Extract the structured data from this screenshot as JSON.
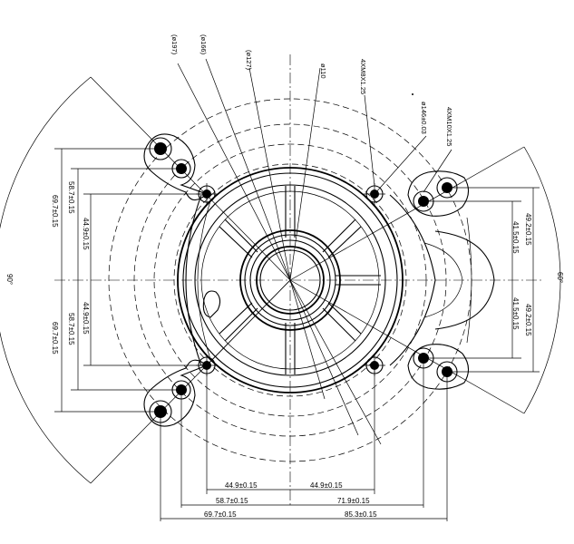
{
  "callouts": {
    "d197": "(ø197)",
    "d166": "(ø166)",
    "d127": "(ø127)",
    "d110": "ø110",
    "m8": "4XM8X1.25",
    "d146": "ø146±0.03",
    "m10": "4XM10X1.25"
  },
  "angles": {
    "left": "90°",
    "right": "60°"
  },
  "dims_left": {
    "d1": "69.7±0.15",
    "d2": "58.7±0.15",
    "d3": "44.9±0.15",
    "d4": "44.9±0.15",
    "d5": "58.7±0.15",
    "d6": "69.7±0.15"
  },
  "dims_right": {
    "r1": "49.2±0.15",
    "r2": "41.5±0.15",
    "r3": "41.5±0.15",
    "r4": "49.2±0.15"
  },
  "dims_bottom": {
    "b1": "44.9±0.15",
    "b2": "44.9±0.15",
    "b3": "58.7±0.15",
    "b4": "71.9±0.15",
    "b5": "69.7±0.15",
    "b6": "85.3±0.15"
  }
}
